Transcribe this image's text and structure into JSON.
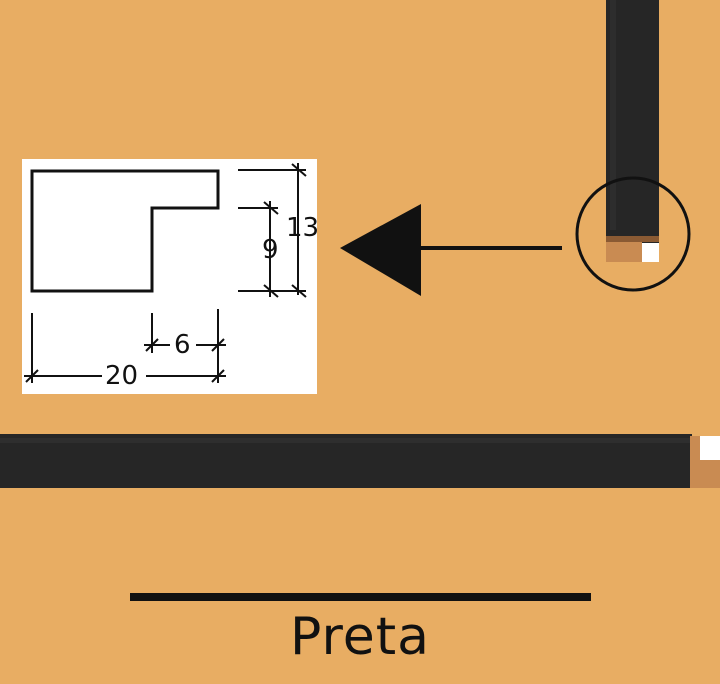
{
  "colors": {
    "background": "#e8ad63",
    "molding": "#262626",
    "wood": "#c98b52",
    "ink": "#111111",
    "panel": "#ffffff"
  },
  "icons": {
    "arrow": "left-arrow-icon",
    "magnifier": "zoom-circle-icon"
  },
  "dimensions": {
    "width": "20",
    "height": "13",
    "rebate_depth": "9",
    "rebate_width": "6"
  },
  "caption": {
    "text": "Preta"
  }
}
